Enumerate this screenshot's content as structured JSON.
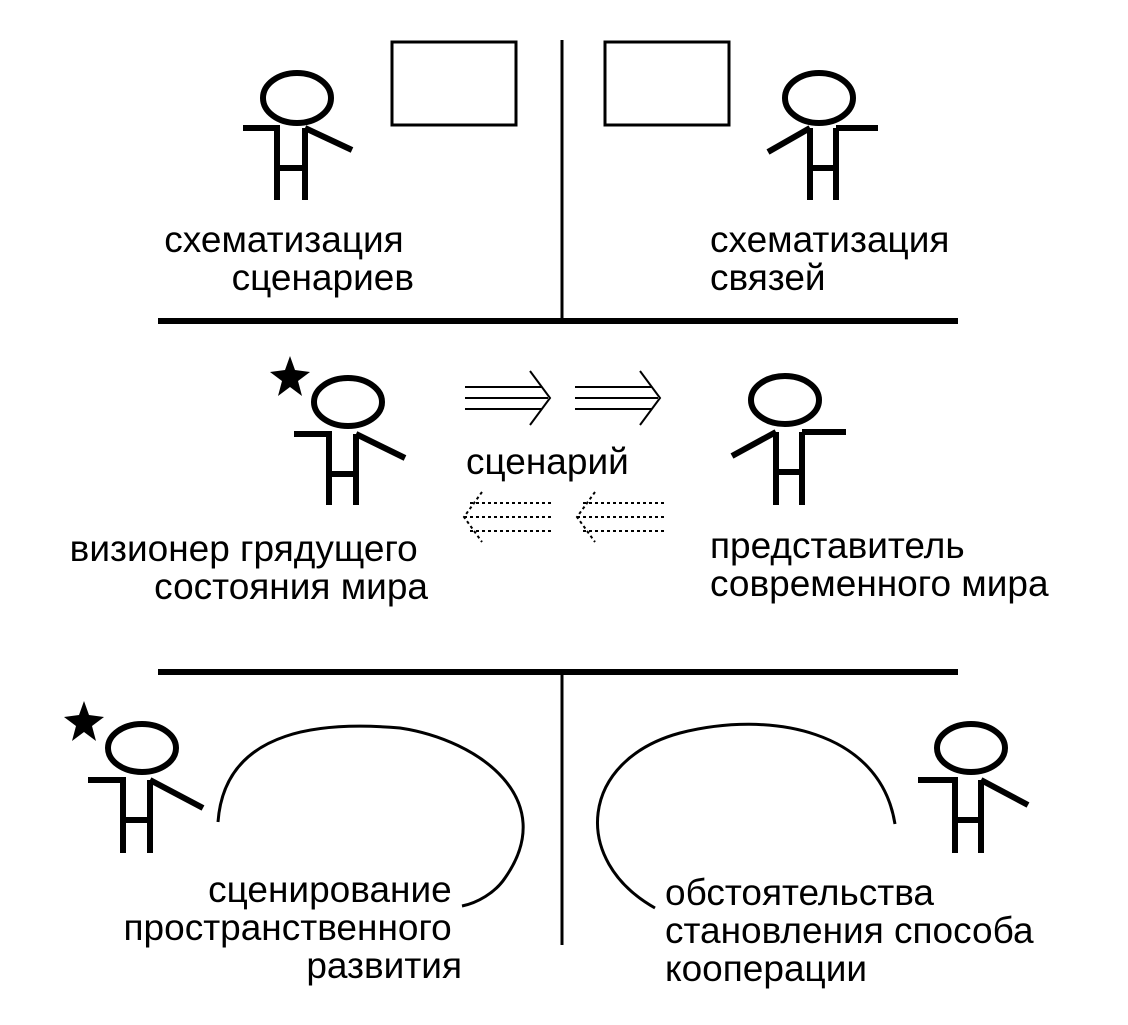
{
  "diagram": {
    "top_left_label": [
      "схематизация",
      "сценариев"
    ],
    "top_right_label": [
      "схематизация",
      "связей"
    ],
    "middle_left_label": [
      "визионер грядущего",
      "состояния мира"
    ],
    "middle_center_label": "сценарий",
    "middle_right_label": [
      "представитель",
      "современного мира"
    ],
    "bottom_left_label": [
      "сценирование",
      "пространственного",
      "развития"
    ],
    "bottom_right_label": [
      "обстоятельства",
      "становления способа",
      "кооперации"
    ]
  },
  "colors": {
    "ink": "#000000",
    "background": "#ffffff"
  }
}
